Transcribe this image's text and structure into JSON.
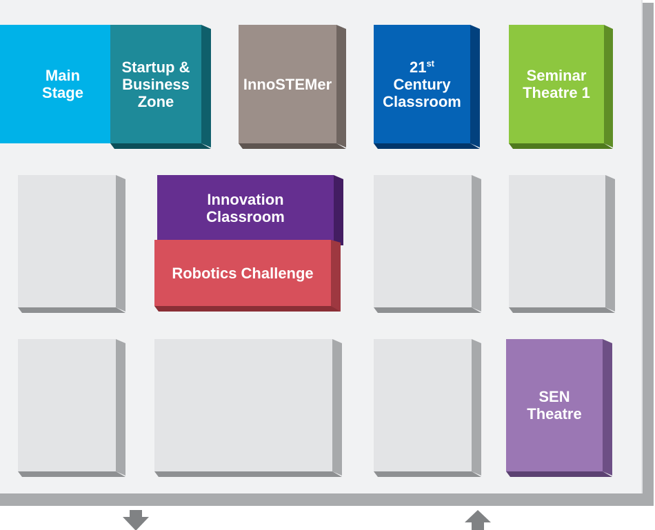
{
  "zones": {
    "main_stage": {
      "line1": "Main",
      "line2": "Stage",
      "color": "#00b2e8"
    },
    "startup": {
      "line1": "Startup &",
      "line2": "Business",
      "line3": "Zone",
      "color": "#1e8a99"
    },
    "innostemer": {
      "label": "InnoSTEMer",
      "color": "#9c8f89"
    },
    "century": {
      "num": "21",
      "sup": "st",
      "line2": "Century",
      "line3": "Classroom",
      "color": "#0563b6"
    },
    "seminar": {
      "line1": "Seminar",
      "line2": "Theatre 1",
      "color": "#8dc73f"
    },
    "innovation": {
      "line1": "Innovation",
      "line2": "Classroom",
      "color": "#652f90"
    },
    "robotics": {
      "label": "Robotics Challenge",
      "color": "#d7505b"
    },
    "sen": {
      "line1": "SEN",
      "line2": "Theatre",
      "color": "#9b77b4"
    }
  },
  "arrows": {
    "left": "down-arrow-icon",
    "right": "up-arrow-icon",
    "color": "#808284"
  }
}
